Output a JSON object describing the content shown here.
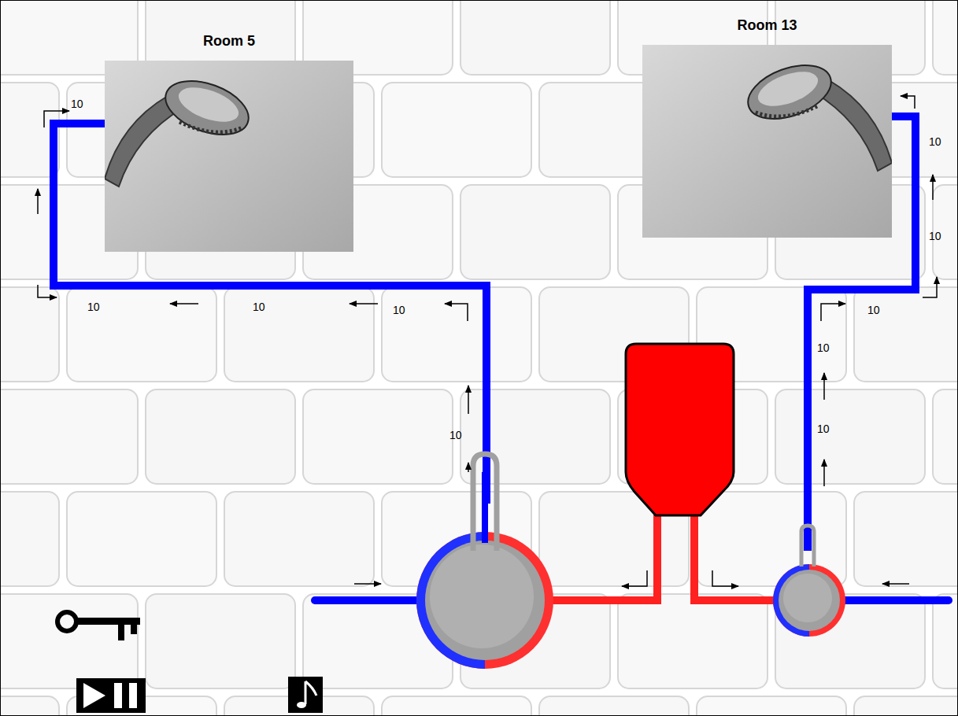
{
  "diagram": {
    "nodes": [
      {
        "text": [
          "Room 5"
        ]
      },
      {
        "text": [
          "Room 13"
        ]
      }
    ],
    "labels": [
      "10",
      "10",
      "10",
      "10",
      "10",
      "10",
      "10",
      "10",
      "10",
      "10"
    ]
  }
}
